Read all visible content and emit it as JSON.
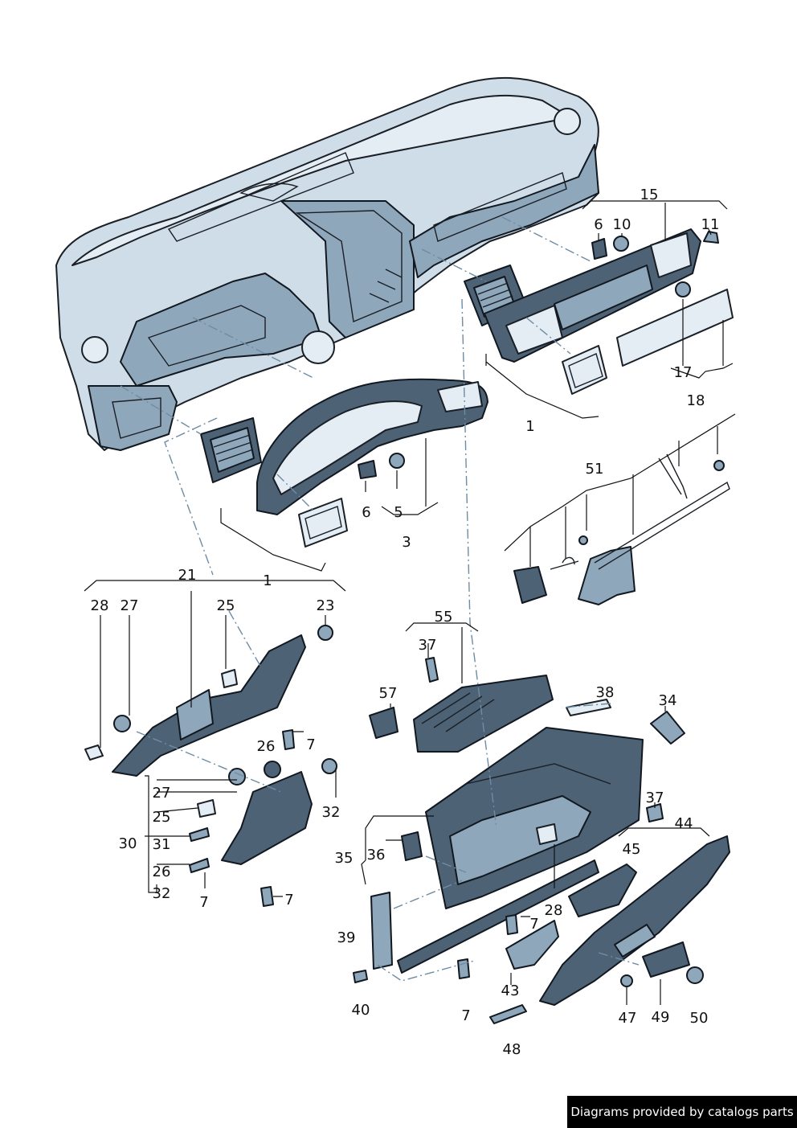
{
  "footer": {
    "text": "Diagrams provided by catalogs parts"
  },
  "colors": {
    "part_fill": "#cfdde8",
    "part_dark": "#4d6275",
    "outline": "#1a1f26",
    "leader_dash": "#6e8ca3"
  },
  "callouts": [
    {
      "id": "c15",
      "text": "15"
    },
    {
      "id": "c6a",
      "text": "6"
    },
    {
      "id": "c10",
      "text": "10"
    },
    {
      "id": "c11",
      "text": "11"
    },
    {
      "id": "c17",
      "text": "17"
    },
    {
      "id": "c18",
      "text": "18"
    },
    {
      "id": "c1a",
      "text": "1"
    },
    {
      "id": "c51",
      "text": "51"
    },
    {
      "id": "c6b",
      "text": "6"
    },
    {
      "id": "c5",
      "text": "5"
    },
    {
      "id": "c3",
      "text": "3"
    },
    {
      "id": "c21",
      "text": "21"
    },
    {
      "id": "c1b",
      "text": "1"
    },
    {
      "id": "c28a",
      "text": "28"
    },
    {
      "id": "c27a",
      "text": "27"
    },
    {
      "id": "c25a",
      "text": "25"
    },
    {
      "id": "c23",
      "text": "23"
    },
    {
      "id": "c7a",
      "text": "7"
    },
    {
      "id": "c26a",
      "text": "26"
    },
    {
      "id": "c32a",
      "text": "32"
    },
    {
      "id": "c27b",
      "text": "27"
    },
    {
      "id": "c25b",
      "text": "25"
    },
    {
      "id": "c30",
      "text": "30"
    },
    {
      "id": "c31",
      "text": "31"
    },
    {
      "id": "c26b",
      "text": "26"
    },
    {
      "id": "c32b",
      "text": "32"
    },
    {
      "id": "c7b",
      "text": "7"
    },
    {
      "id": "c7c",
      "text": "7"
    },
    {
      "id": "c55",
      "text": "55"
    },
    {
      "id": "c37a",
      "text": "37"
    },
    {
      "id": "c57",
      "text": "57"
    },
    {
      "id": "c38",
      "text": "38"
    },
    {
      "id": "c34",
      "text": "34"
    },
    {
      "id": "c37b",
      "text": "37"
    },
    {
      "id": "c44",
      "text": "44"
    },
    {
      "id": "c45",
      "text": "45"
    },
    {
      "id": "c35",
      "text": "35"
    },
    {
      "id": "c36",
      "text": "36"
    },
    {
      "id": "c28b",
      "text": "28"
    },
    {
      "id": "c7d",
      "text": "7"
    },
    {
      "id": "c39",
      "text": "39"
    },
    {
      "id": "c43",
      "text": "43"
    },
    {
      "id": "c40",
      "text": "40"
    },
    {
      "id": "c7e",
      "text": "7"
    },
    {
      "id": "c47",
      "text": "47"
    },
    {
      "id": "c49",
      "text": "49"
    },
    {
      "id": "c50",
      "text": "50"
    },
    {
      "id": "c48",
      "text": "48"
    }
  ]
}
